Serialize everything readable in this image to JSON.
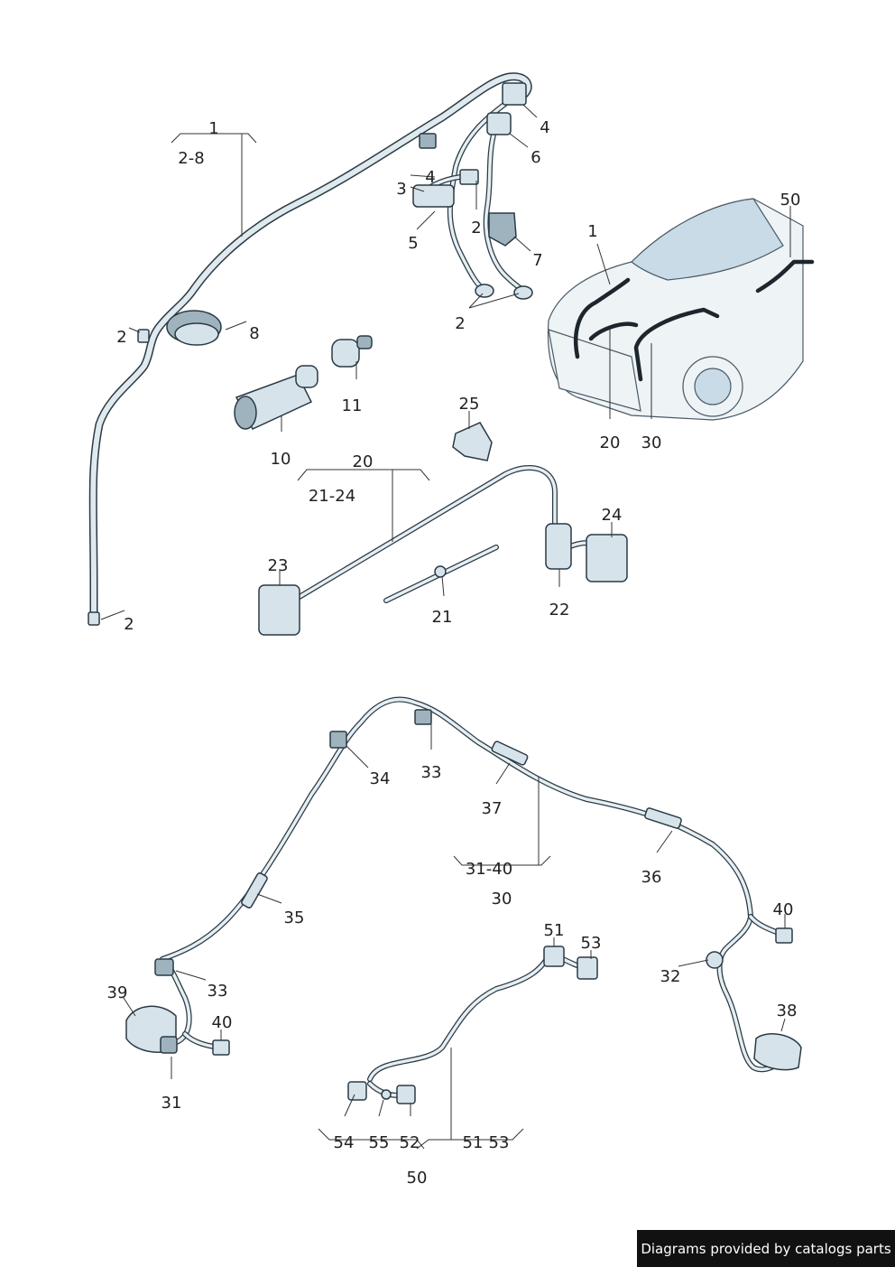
{
  "labels": [
    {
      "id": "l1",
      "text": "1"
    },
    {
      "id": "l2_8",
      "text": "2-8"
    },
    {
      "id": "l4a",
      "text": "4"
    },
    {
      "id": "l6",
      "text": "6"
    },
    {
      "id": "l4b",
      "text": "4"
    },
    {
      "id": "l3",
      "text": "3"
    },
    {
      "id": "l2a",
      "text": "2"
    },
    {
      "id": "l5",
      "text": "5"
    },
    {
      "id": "l7",
      "text": "7"
    },
    {
      "id": "l2b",
      "text": "2"
    },
    {
      "id": "l2c",
      "text": "2"
    },
    {
      "id": "l8",
      "text": "8"
    },
    {
      "id": "l11",
      "text": "11"
    },
    {
      "id": "l10",
      "text": "10"
    },
    {
      "id": "l25",
      "text": "25"
    },
    {
      "id": "l20",
      "text": "20"
    },
    {
      "id": "l21_24",
      "text": "21-24"
    },
    {
      "id": "l24",
      "text": "24"
    },
    {
      "id": "l23",
      "text": "23"
    },
    {
      "id": "l21",
      "text": "21"
    },
    {
      "id": "l22",
      "text": "22"
    },
    {
      "id": "l2d",
      "text": "2"
    },
    {
      "id": "lcar1",
      "text": "1"
    },
    {
      "id": "lcar50",
      "text": "50"
    },
    {
      "id": "lcar20",
      "text": "20"
    },
    {
      "id": "lcar30",
      "text": "30"
    },
    {
      "id": "l34",
      "text": "34"
    },
    {
      "id": "l33a",
      "text": "33"
    },
    {
      "id": "l37",
      "text": "37"
    },
    {
      "id": "l31_40",
      "text": "31-40"
    },
    {
      "id": "l30",
      "text": "30"
    },
    {
      "id": "l36",
      "text": "36"
    },
    {
      "id": "l35",
      "text": "35"
    },
    {
      "id": "l40a",
      "text": "40"
    },
    {
      "id": "l33b",
      "text": "33"
    },
    {
      "id": "l39",
      "text": "39"
    },
    {
      "id": "l40b",
      "text": "40"
    },
    {
      "id": "l31",
      "text": "31"
    },
    {
      "id": "l32",
      "text": "32"
    },
    {
      "id": "l38",
      "text": "38"
    },
    {
      "id": "l51a",
      "text": "51"
    },
    {
      "id": "l53a",
      "text": "53"
    },
    {
      "id": "l54",
      "text": "54"
    },
    {
      "id": "l55",
      "text": "55"
    },
    {
      "id": "l52",
      "text": "52"
    },
    {
      "id": "l51b",
      "text": "51"
    },
    {
      "id": "l53b",
      "text": "53"
    },
    {
      "id": "l50",
      "text": "50"
    }
  ],
  "footer": {
    "credit": "Diagrams provided by catalogs parts"
  }
}
